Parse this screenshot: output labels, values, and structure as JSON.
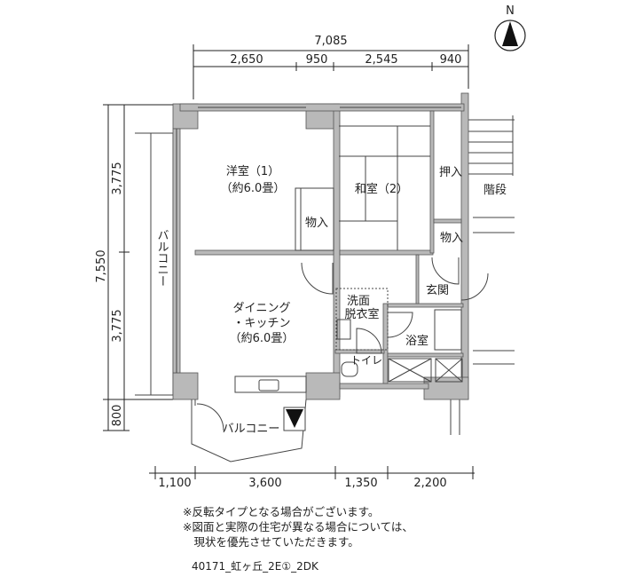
{
  "plan": {
    "rooms": {
      "western_room": {
        "name": "洋室（1）",
        "size": "（約6.0畳）"
      },
      "japanese_room": {
        "name": "和室（2）"
      },
      "closet_oshiire": "押入",
      "storage_left": "物入",
      "storage_right": "物入",
      "stairs": "階段",
      "balcony_side": "バルコニー",
      "dining_kitchen": {
        "line1": "ダイニング",
        "line2": "・キッチン",
        "size": "（約6.0畳）"
      },
      "washroom": {
        "line1": "洗面",
        "line2": "脱衣室"
      },
      "entrance": "玄関",
      "bathroom": "浴室",
      "toilet": "トイレ",
      "balcony_bottom": "バルコニー"
    },
    "north_label": "N",
    "dimensions": {
      "top_total": "7,085",
      "top_segments": [
        "2,650",
        "950",
        "2,545",
        "940"
      ],
      "left_total": "7,550",
      "left_segments": [
        "3,775",
        "3,775",
        "800"
      ],
      "bottom_segments": [
        "1,100",
        "3,600",
        "1,350",
        "2,200"
      ]
    }
  },
  "notes": [
    "※反転タイプとなる場合がございます。",
    "※図面と実際の住宅が異なる場合については、",
    "　現状を優先させていただきます。"
  ],
  "plan_code": "40171_虹ヶ丘_2E①_2DK"
}
